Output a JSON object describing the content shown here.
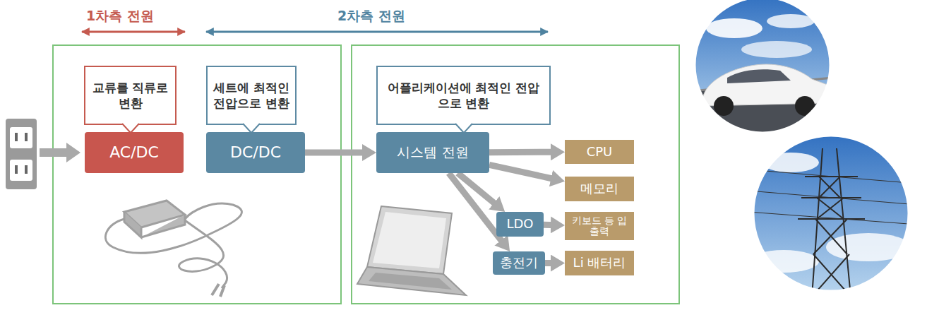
{
  "diagram": {
    "nodes": [
      {
        "text": [
          "교류를 직류로 변환"
        ]
      },
      {
        "text": [
          "AC/DC"
        ]
      },
      {
        "text": [
          "세트에 최적인 전압으로 변환"
        ]
      },
      {
        "text": [
          "DC/DC"
        ]
      },
      {
        "text": [
          "어플리케이션에 최적인 전압으로 변환"
        ]
      },
      {
        "text": [
          "시스템 전원"
        ]
      },
      {
        "text": [
          "CPU"
        ]
      },
      {
        "text": [
          "메모리"
        ]
      },
      {
        "text": [
          "LDO"
        ]
      },
      {
        "text": [
          "키보드 등 입출력"
        ]
      },
      {
        "text": [
          "충전기"
        ]
      },
      {
        "text": [
          "Li 배터리"
        ]
      }
    ],
    "edges": [
      {
        "from": 3,
        "to": 5,
        "arrow": "to"
      },
      {
        "from": 5,
        "to": 6,
        "arrow": "to"
      },
      {
        "from": 5,
        "to": 7,
        "arrow": "to"
      },
      {
        "from": 5,
        "to": 8,
        "arrow": "to"
      },
      {
        "from": 5,
        "to": 10,
        "arrow": "to"
      },
      {
        "from": 8,
        "to": 9,
        "arrow": "to"
      },
      {
        "from": 10,
        "to": 11,
        "arrow": "to"
      }
    ],
    "labels": [
      "1차측 전원",
      "2차측 전원"
    ]
  }
}
